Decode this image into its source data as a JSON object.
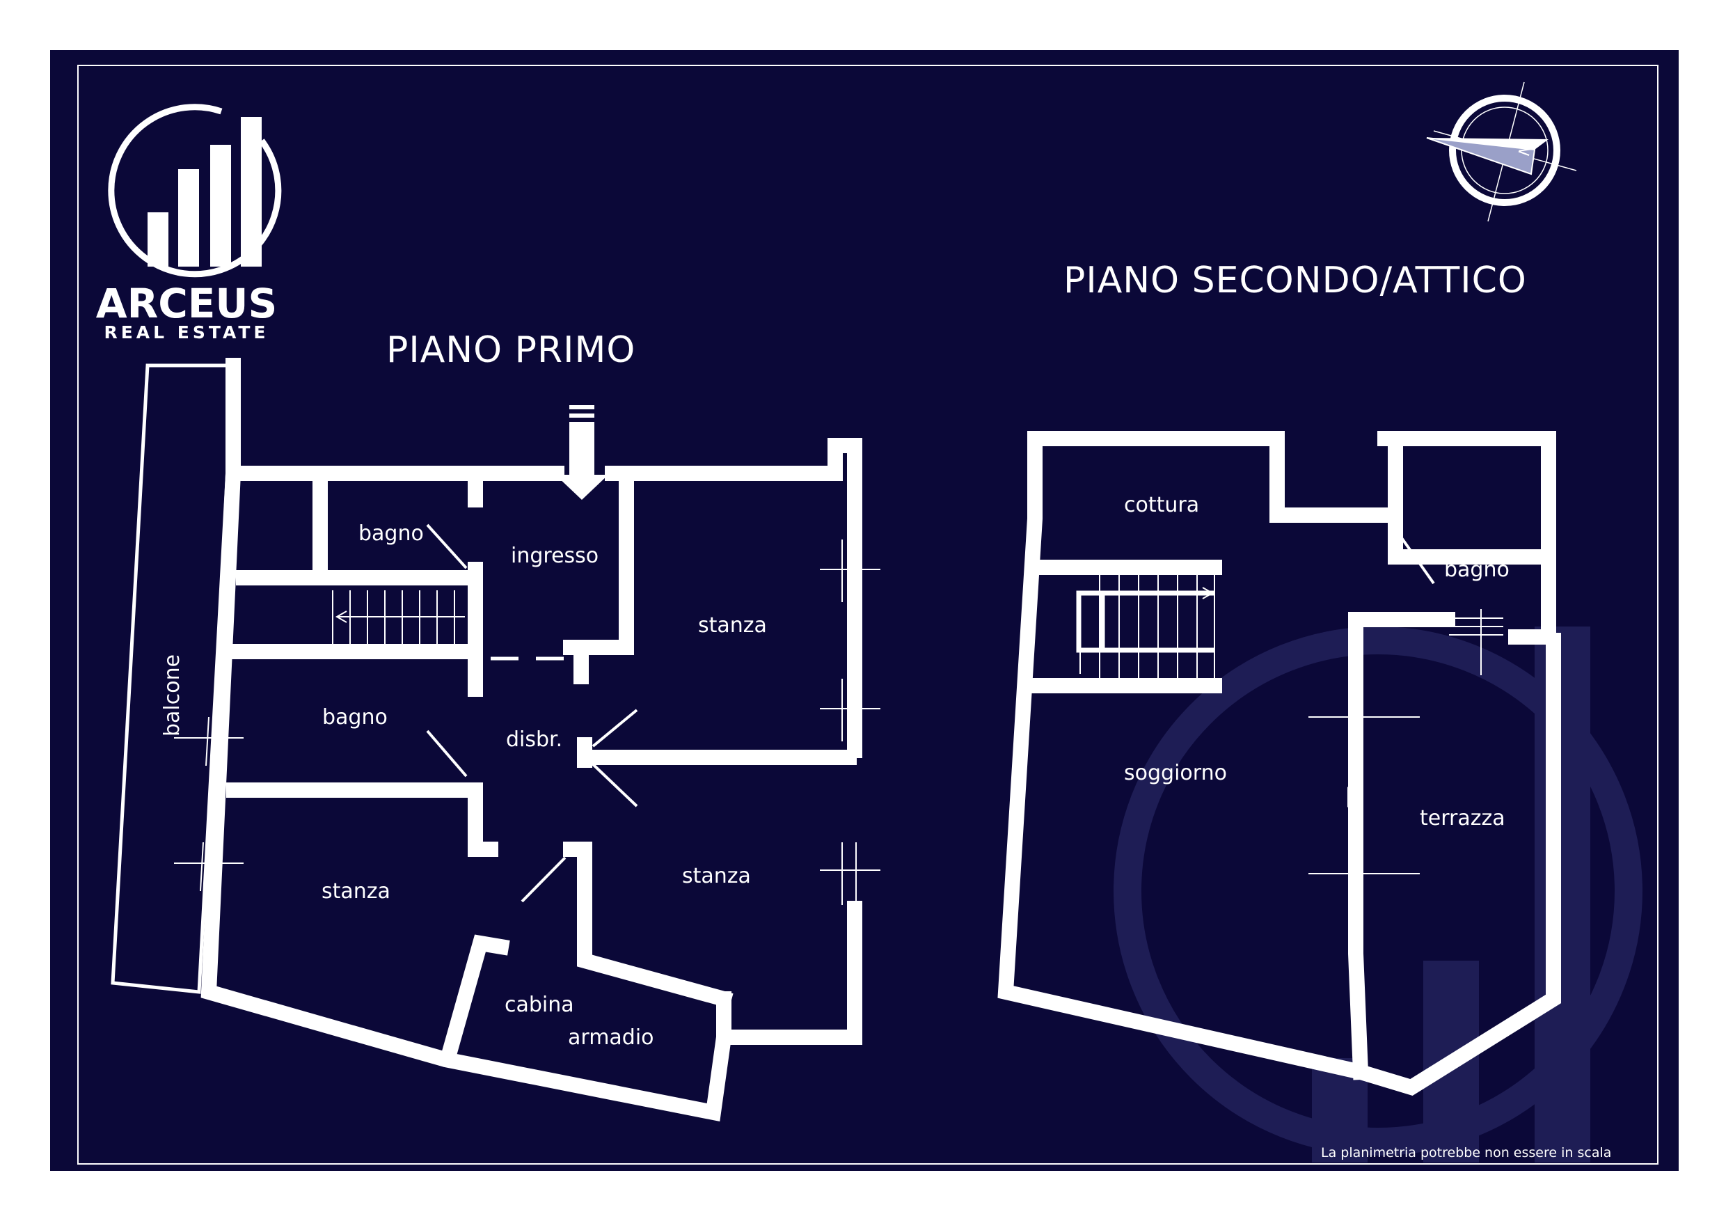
{
  "brand": {
    "name": "ARCEUS",
    "tagline": "REAL ESTATE"
  },
  "colors": {
    "background": "#0b0838",
    "lines": "#ffffff",
    "watermark": "#1e1d55"
  },
  "floors": {
    "first": {
      "title": "PIANO PRIMO",
      "rooms": {
        "balcone": "balcone",
        "bagno_top": "bagno",
        "ingresso": "ingresso",
        "stanza_right_top": "stanza",
        "bagno_mid": "bagno",
        "disbr": "disbr.",
        "stanza_left": "stanza",
        "stanza_right_bottom": "stanza",
        "cabina": "cabina",
        "armadio": "armadio"
      }
    },
    "second": {
      "title": "PIANO SECONDO/ATTICO",
      "rooms": {
        "cottura": "cottura",
        "bagno": "bagno",
        "soggiorno": "soggiorno",
        "terrazza": "terrazza"
      }
    }
  },
  "disclaimer": "La planimetria potrebbe non essere in scala",
  "icons": {
    "compass": "compass-icon",
    "logo": "arceus-logo",
    "entrance": "entrance-arrow-icon"
  }
}
